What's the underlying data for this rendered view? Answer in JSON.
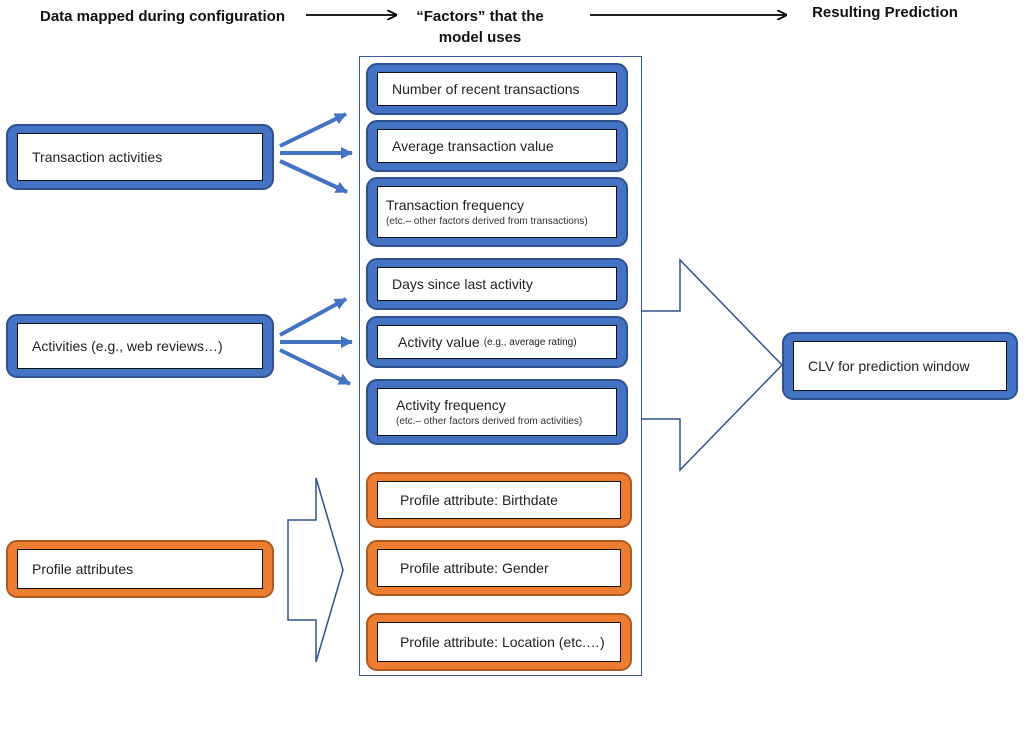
{
  "headers": {
    "data_mapped": "Data mapped during configuration",
    "factors": "“Factors” that the model uses",
    "resulting": "Resulting Prediction"
  },
  "inputs": {
    "transactions": "Transaction activities",
    "activities": "Activities (e.g., web reviews…)",
    "profile": "Profile attributes"
  },
  "factors": {
    "recent_transactions": "Number of recent transactions",
    "avg_transaction_value": "Average transaction value",
    "transaction_frequency": "Transaction frequency",
    "transaction_frequency_note": "(etc.– other factors derived from transactions)",
    "days_since_last": "Days since last activity",
    "activity_value": "Activity value",
    "activity_value_note": "(e.g., average rating)",
    "activity_frequency": "Activity frequency",
    "activity_frequency_note": "(etc.– other factors derived from activities)",
    "profile_birthdate": "Profile attribute: Birthdate",
    "profile_gender": "Profile attribute: Gender",
    "profile_location": "Profile attribute: Location (etc.…)"
  },
  "output": {
    "clv": "CLV for prediction window"
  },
  "colors": {
    "blue": "#4472c4",
    "orange": "#ed7d31",
    "outline": "#2f528f"
  }
}
